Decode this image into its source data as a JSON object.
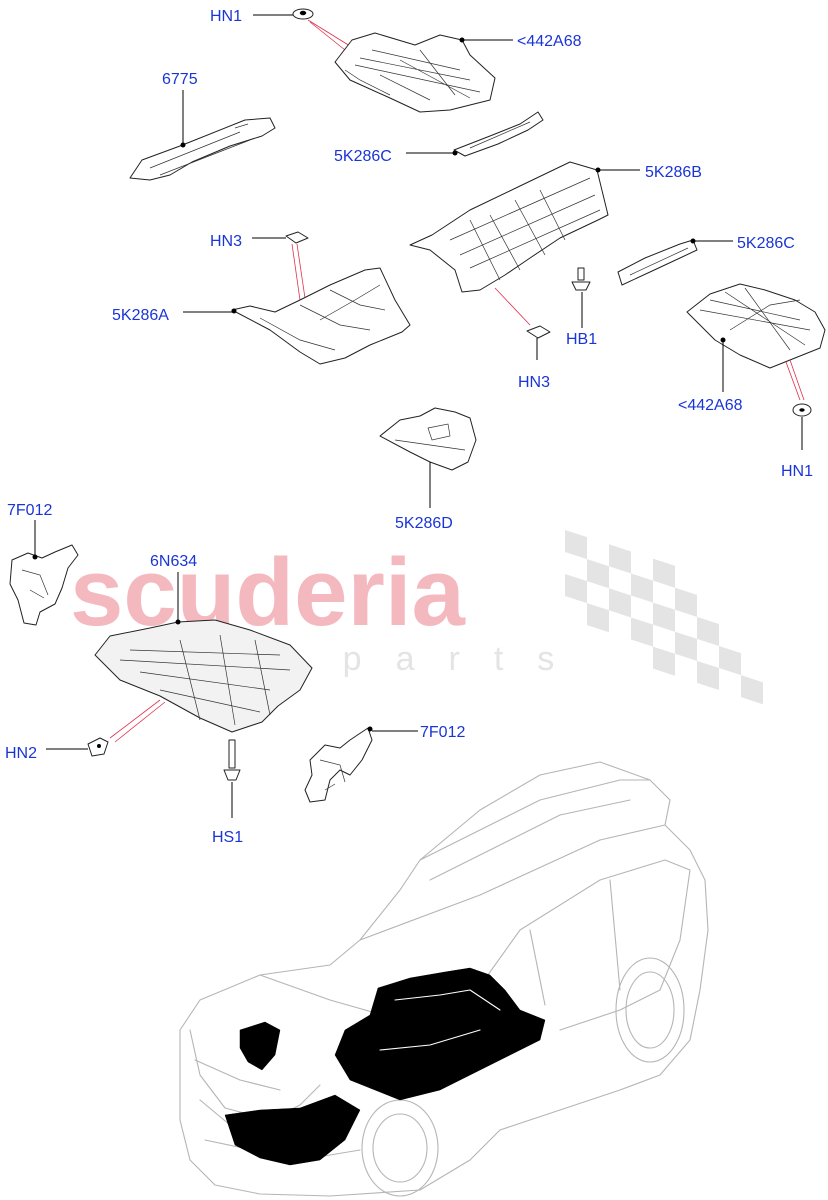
{
  "watermark": {
    "brand": "scuderia",
    "sub": "car parts"
  },
  "labels": {
    "hn1_top": "HN1",
    "a442_top": "<442A68",
    "p6775": "6775",
    "k5286c_top": "5K286C",
    "k5286b": "5K286B",
    "hn3_left": "HN3",
    "k5286c_right": "5K286C",
    "k5286a": "5K286A",
    "hb1": "HB1",
    "hn3_mid": "HN3",
    "a442_right": "<442A68",
    "hn1_right": "HN1",
    "k5286d": "5K286D",
    "f7012_left": "7F012",
    "n6634": "6N634",
    "hn2": "HN2",
    "f7012_right": "7F012",
    "hs1": "HS1"
  },
  "colors": {
    "label": "#1a35d6",
    "leader": "#000000",
    "callout_red": "#e0304a",
    "watermark_red": "#f3b9bf"
  }
}
